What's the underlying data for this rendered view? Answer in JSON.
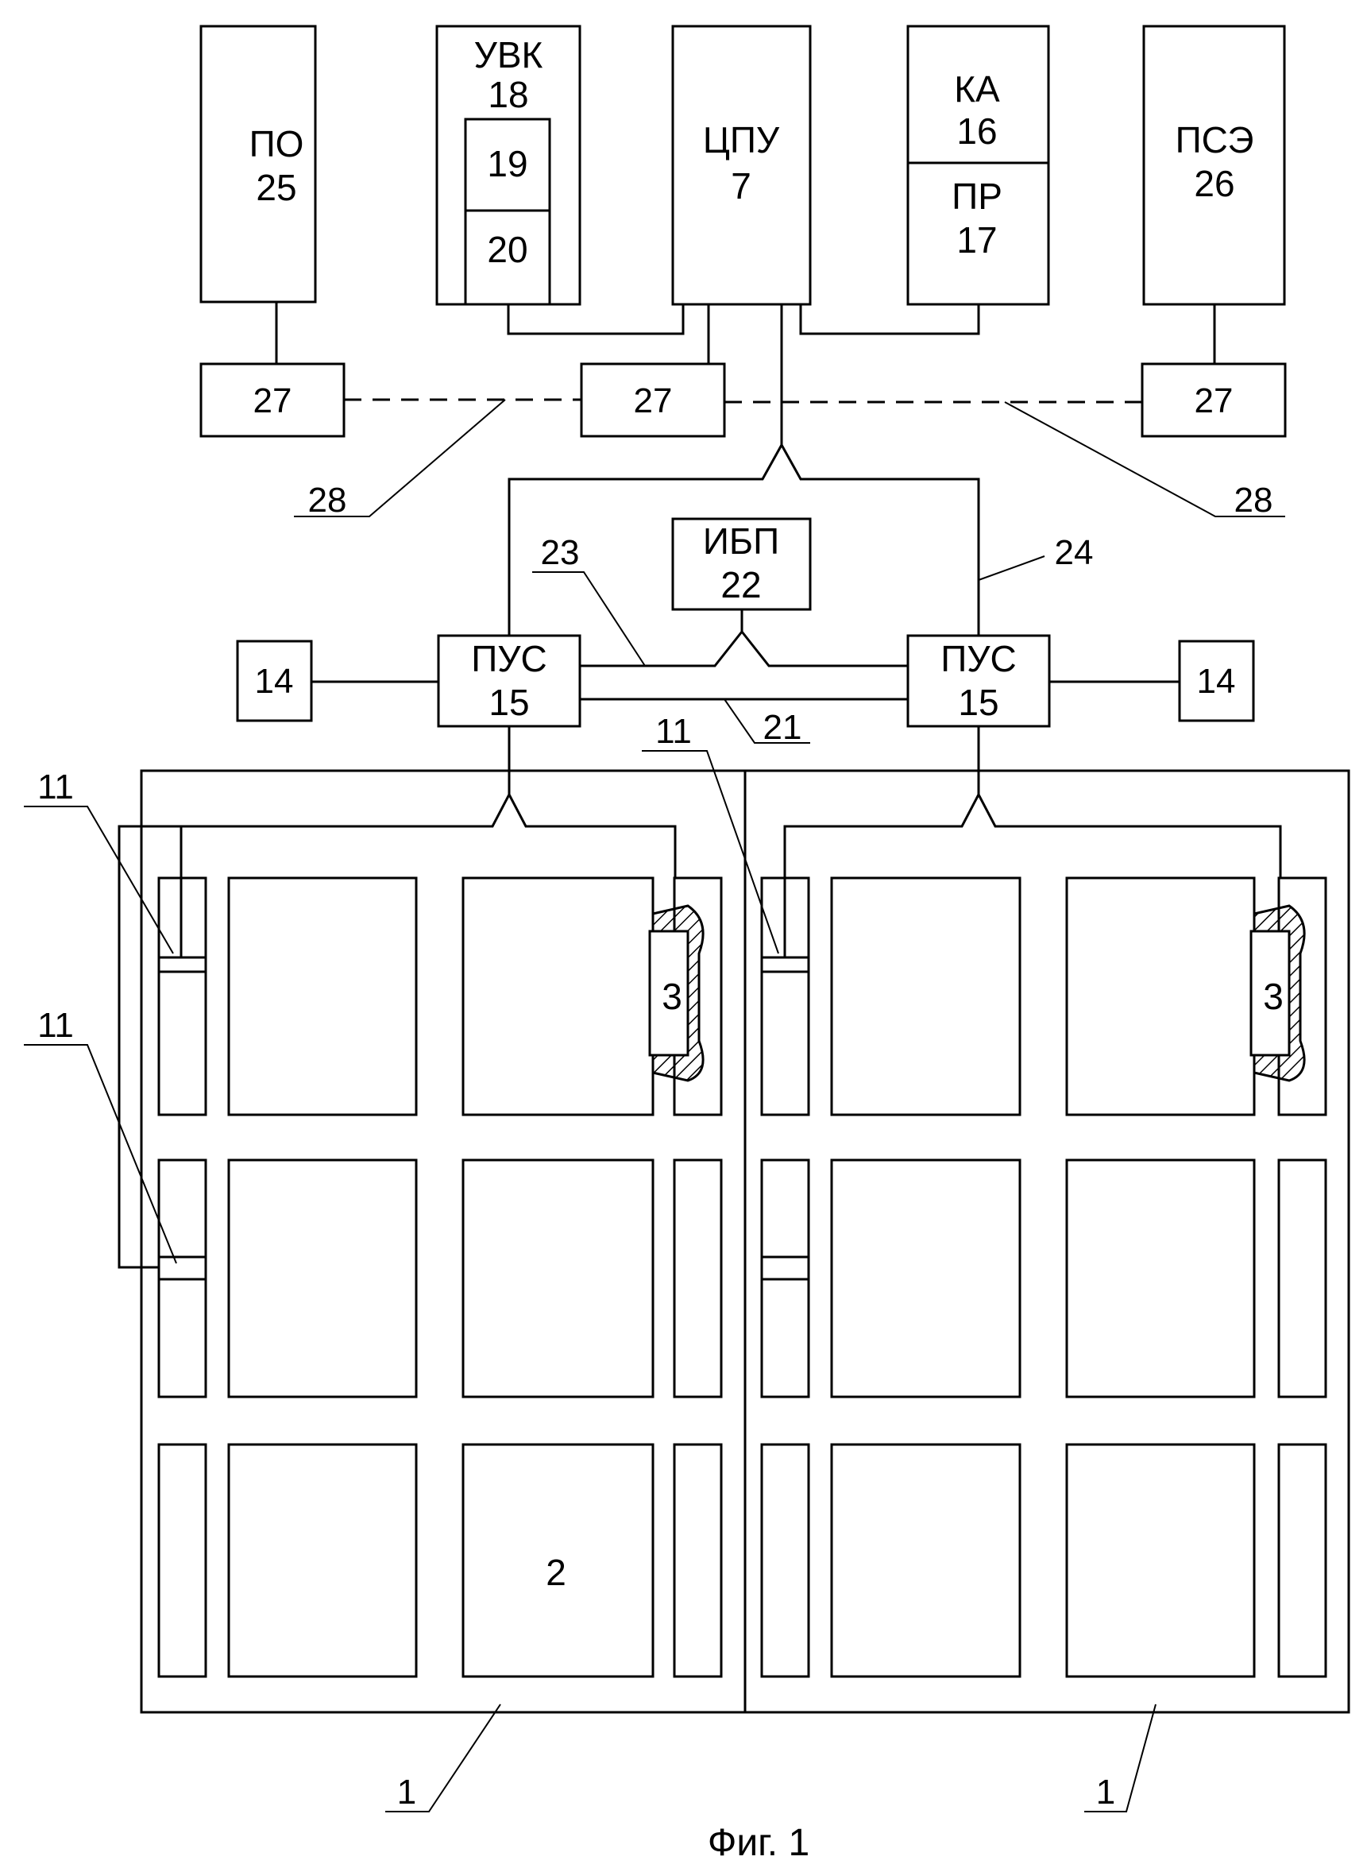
{
  "blocks": {
    "po": {
      "name": "ПО",
      "num": "25"
    },
    "uvk": {
      "name": "УВК",
      "num": "18",
      "sub1": "19",
      "sub2": "20"
    },
    "cpu": {
      "name": "ЦПУ",
      "num": "7"
    },
    "ka": {
      "name": "КА",
      "num": "16"
    },
    "pr": {
      "name": "ПР",
      "num": "17"
    },
    "pse": {
      "name": "ПСЭ",
      "num": "26"
    },
    "ibp": {
      "name": "ИБП",
      "num": "22"
    },
    "pus_left": {
      "name": "ПУС",
      "num": "15"
    },
    "pus_right": {
      "name": "ПУС",
      "num": "15"
    },
    "sensor_left": "14",
    "sensor_right": "14"
  },
  "transceivers": {
    "left": "27",
    "center": "27",
    "right": "27"
  },
  "refs": {
    "r28_left": "28",
    "r28_right": "28",
    "r23": "23",
    "r24": "24",
    "r21": "21",
    "r11_a": "11",
    "r11_b": "11",
    "r11_c": "11",
    "r3_left": "3",
    "r3_right": "3",
    "r2": "2",
    "r1_left": "1",
    "r1_right": "1"
  },
  "caption": "Фиг. 1"
}
